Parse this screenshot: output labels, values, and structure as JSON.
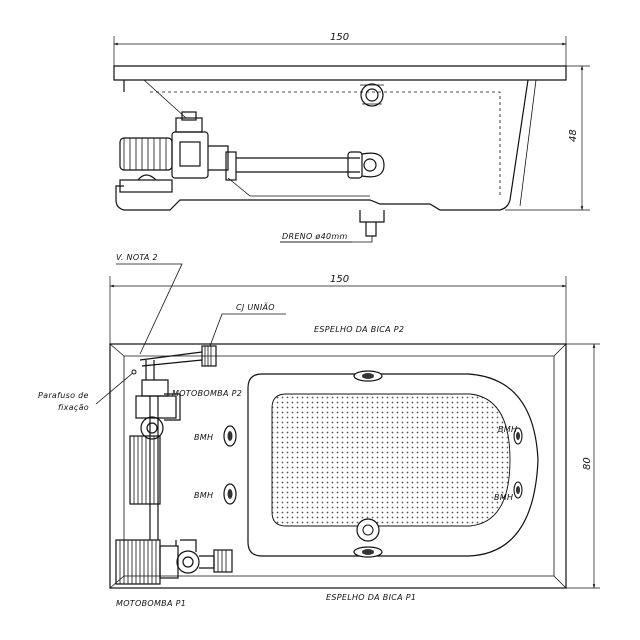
{
  "side_view": {
    "width_label": "150",
    "height_label": "48",
    "drain_label": "DRENO ø40mm"
  },
  "plan_view": {
    "width_label": "150",
    "depth_label": "80",
    "note_label": "V. NOTA 2",
    "union_label": "CJ UNIÃO",
    "spout_p2_label": "ESPELHO DA BICA P2",
    "spout_p1_label": "ESPELHO DA BICA P1",
    "pump_p2_label": "MOTOBOMBA P2",
    "pump_p1_label": "MOTOBOMBA P1",
    "screw_label_line1": "Parafuso de",
    "screw_label_line2": "fixação",
    "jet_labels": [
      "BMH",
      "BMH",
      "BMH",
      "BMH"
    ]
  }
}
